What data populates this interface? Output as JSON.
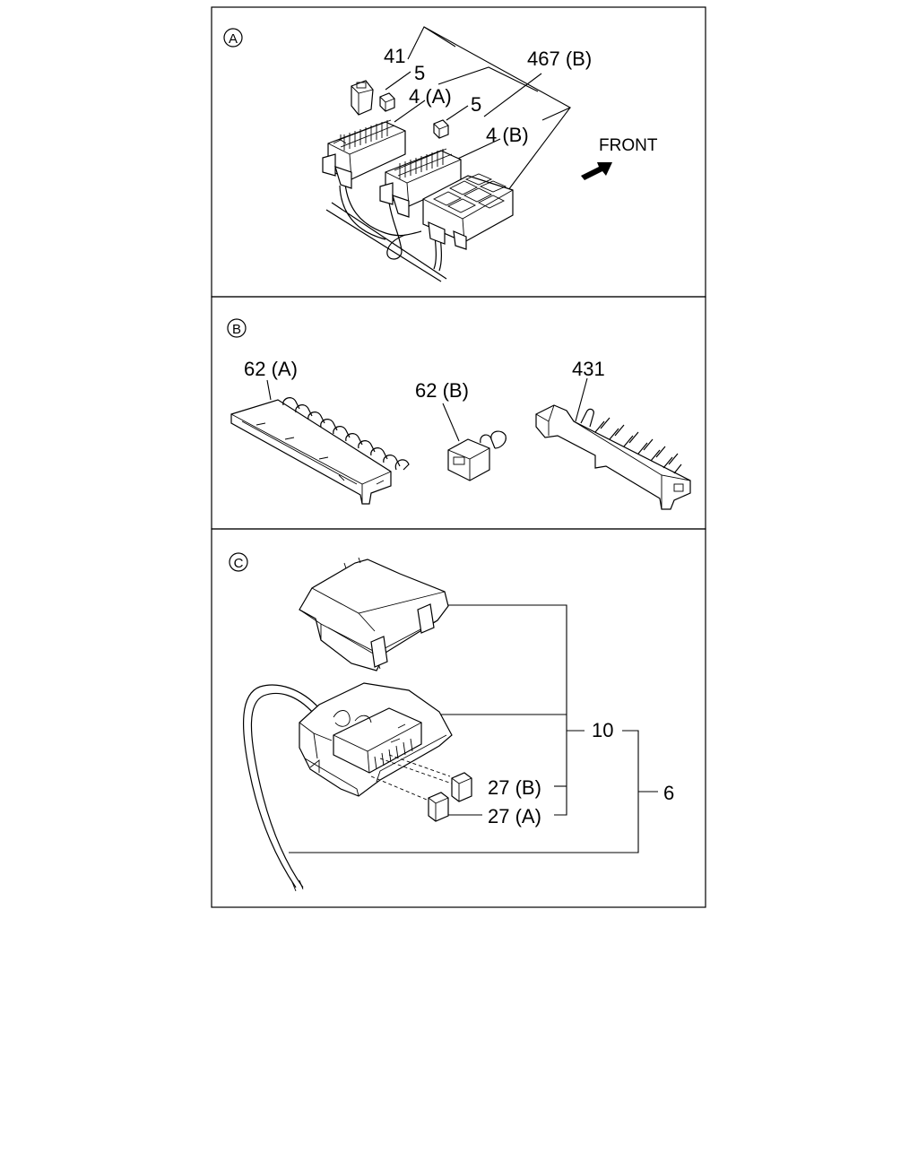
{
  "panels": {
    "a": {
      "marker": "A",
      "labels": {
        "p41": "41",
        "p5a": "5",
        "p467b": "467 (B)",
        "p4a": "4 (A)",
        "p5b": "5",
        "p4b": "4 (B)",
        "front": "FRONT"
      }
    },
    "b": {
      "marker": "B",
      "labels": {
        "p62a": "62 (A)",
        "p62b": "62 (B)",
        "p431": "431"
      }
    },
    "c": {
      "marker": "C",
      "labels": {
        "p10": "10",
        "p27b": "27 (B)",
        "p27a": "27 (A)",
        "p6": "6"
      }
    }
  }
}
